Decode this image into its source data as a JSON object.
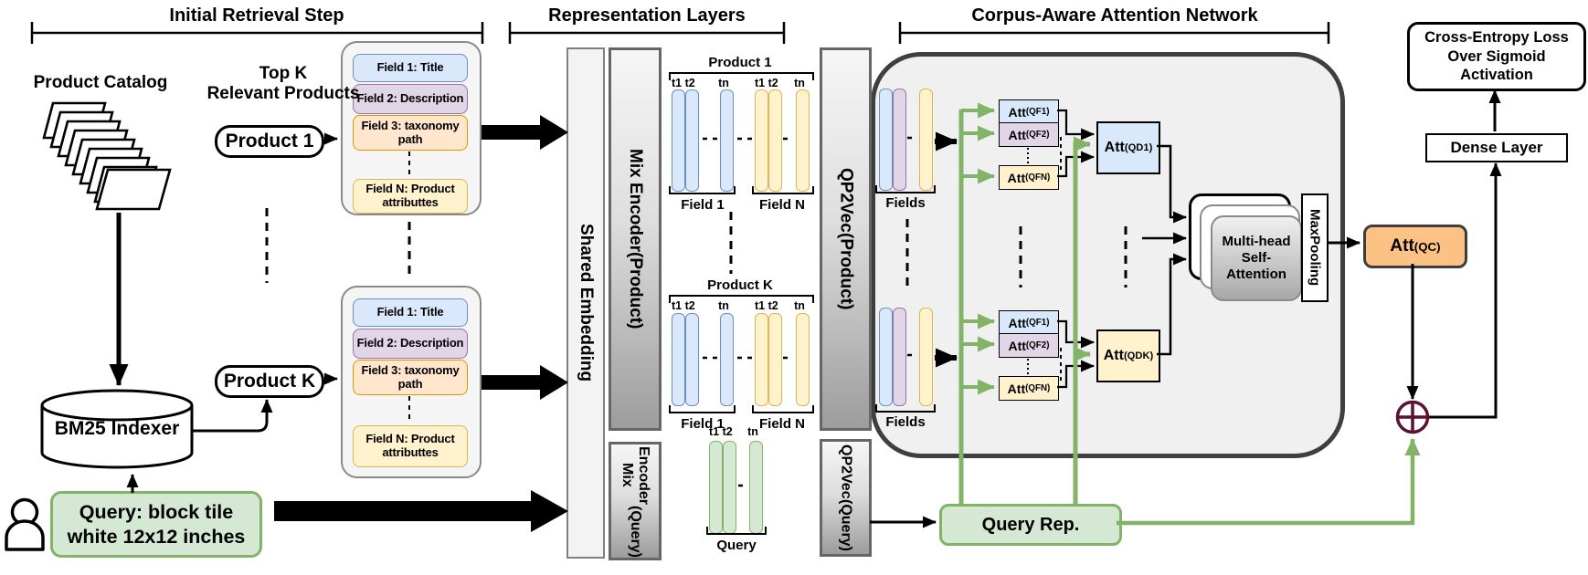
{
  "headers": {
    "initial": "Initial Retrieval Step",
    "representation": "Representation Layers",
    "corpus": "Corpus-Aware Attention Network"
  },
  "left": {
    "product_catalog": "Product Catalog",
    "top_k_line1": "Top K",
    "top_k_line2": "Relevant Products",
    "product1_pill": "Product 1",
    "productK_pill": "Product K",
    "bm25": "BM25 Indexer",
    "query_line1": "Query:  block tile",
    "query_line2": "white 12x12 inches"
  },
  "fields_card": {
    "f1": "Field 1: Title",
    "f2": "Field 2: Description",
    "f3_line1": "Field 3:  taxonomy",
    "f3_line2": "path",
    "fn_line1": "Field N: Product",
    "fn_line2": "attributtes"
  },
  "repr": {
    "shared": "Shared Embedding",
    "mix_product_l1": "Mix Encoder",
    "mix_product_l2": "(Product)",
    "mix_query_l1": "Mix Encoder",
    "mix_query_l2": "(Query)",
    "qp2vec_product_l1": "QP2Vec",
    "qp2vec_product_l2": "(Product)",
    "qp2vec_query_l1": "QP2Vec",
    "qp2vec_query_l2": "(Query)",
    "product1_label": "Product 1",
    "productK_label": "Product K",
    "t1t2": "t1 t2",
    "tn": "tn",
    "field1": "Field 1",
    "fieldN": "Field N",
    "query_label": "Query"
  },
  "attention": {
    "fields_label": "Fields",
    "qf1": {
      "base": "Att",
      "sub": "(QF1)"
    },
    "qf2": {
      "base": "Att",
      "sub": "(QF2)"
    },
    "qfn": {
      "base": "Att",
      "sub": "(QFN)"
    },
    "qd1": {
      "base": "Att",
      "sub": "(QD1)"
    },
    "qdk": {
      "base": "Att",
      "sub": "(QDK)"
    },
    "qc": {
      "base": "Att",
      "sub": "(QC)"
    },
    "multihead_l1": "Multi-head",
    "multihead_l2": "Self-",
    "multihead_l3": "Attention",
    "maxpooling": "MaxPooling",
    "query_rep": "Query Rep."
  },
  "output": {
    "dense": "Dense Layer",
    "ce_l1": "Cross-Entropy Loss",
    "ce_l2": "Over Sigmoid",
    "ce_l3": "Activation"
  },
  "colors": {
    "field_blue": "#dae8fc",
    "field_purple": "#e1d5e7",
    "field_orange": "#ffe6cc",
    "field_yellow": "#fff2cc",
    "green": "#82b366",
    "green_fill": "#d5e8d4",
    "att_qc_orange": "#fbc283",
    "oplus_maroon": "#5b1232",
    "container_gray": "#f0f0f0"
  }
}
